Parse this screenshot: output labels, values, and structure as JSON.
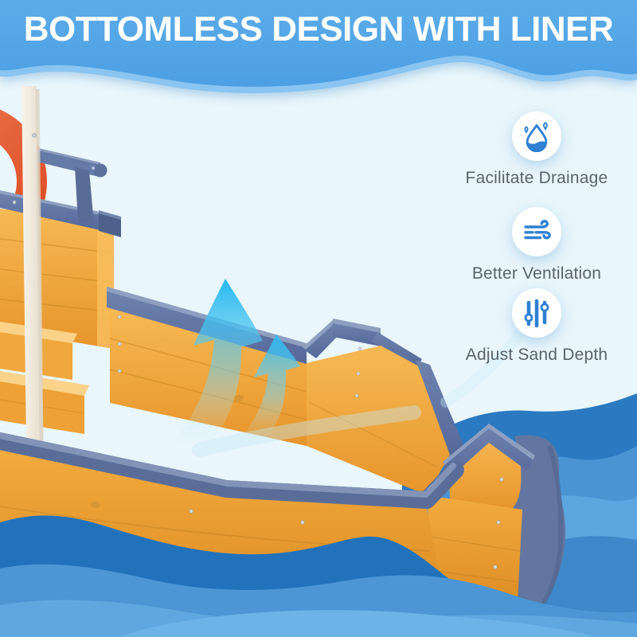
{
  "title": "BOTTOMLESS DESIGN WITH LINER",
  "features": [
    {
      "label": "Facilitate Drainage",
      "icon": "water-drop-icon"
    },
    {
      "label": "Better Ventilation",
      "icon": "wind-icon"
    },
    {
      "label": "Adjust Sand Depth",
      "icon": "sliders-icon"
    }
  ],
  "colors": {
    "header_blue": "#55A8E8",
    "header_edge_light": "#8AC4F0",
    "background": "#E9F6FB",
    "icon_accent_blue": "#2F80D4",
    "label_gray": "#5A636D",
    "wood_light": "#F7B954",
    "wood_dark": "#E6952B",
    "trim_blue_gray": "#64779F",
    "mast_white": "#F3EEE4",
    "wheel_red": "#E2552C",
    "arrow_cyan": "#1CB5EF",
    "wave_dark": "#2272BB",
    "wave_medium": "#4C96D5",
    "wave_light": "#5FA8DF",
    "wave_lighter": "#6CB3E7"
  }
}
